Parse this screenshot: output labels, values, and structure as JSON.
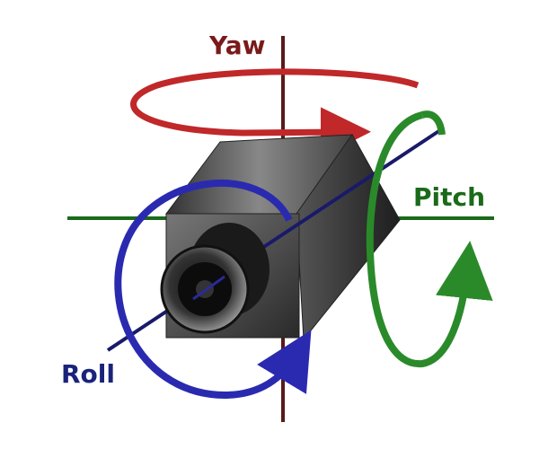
{
  "labels": {
    "yaw": "Yaw",
    "pitch": "Pitch",
    "roll": "Roll"
  },
  "colors": {
    "yaw": "#c0282a",
    "pitch": "#2a8a2a",
    "roll": "#2a2ab0",
    "axis_yaw": "#5a1a1a",
    "axis_pitch": "#1a6a1a",
    "axis_roll": "#1a1a6a"
  }
}
